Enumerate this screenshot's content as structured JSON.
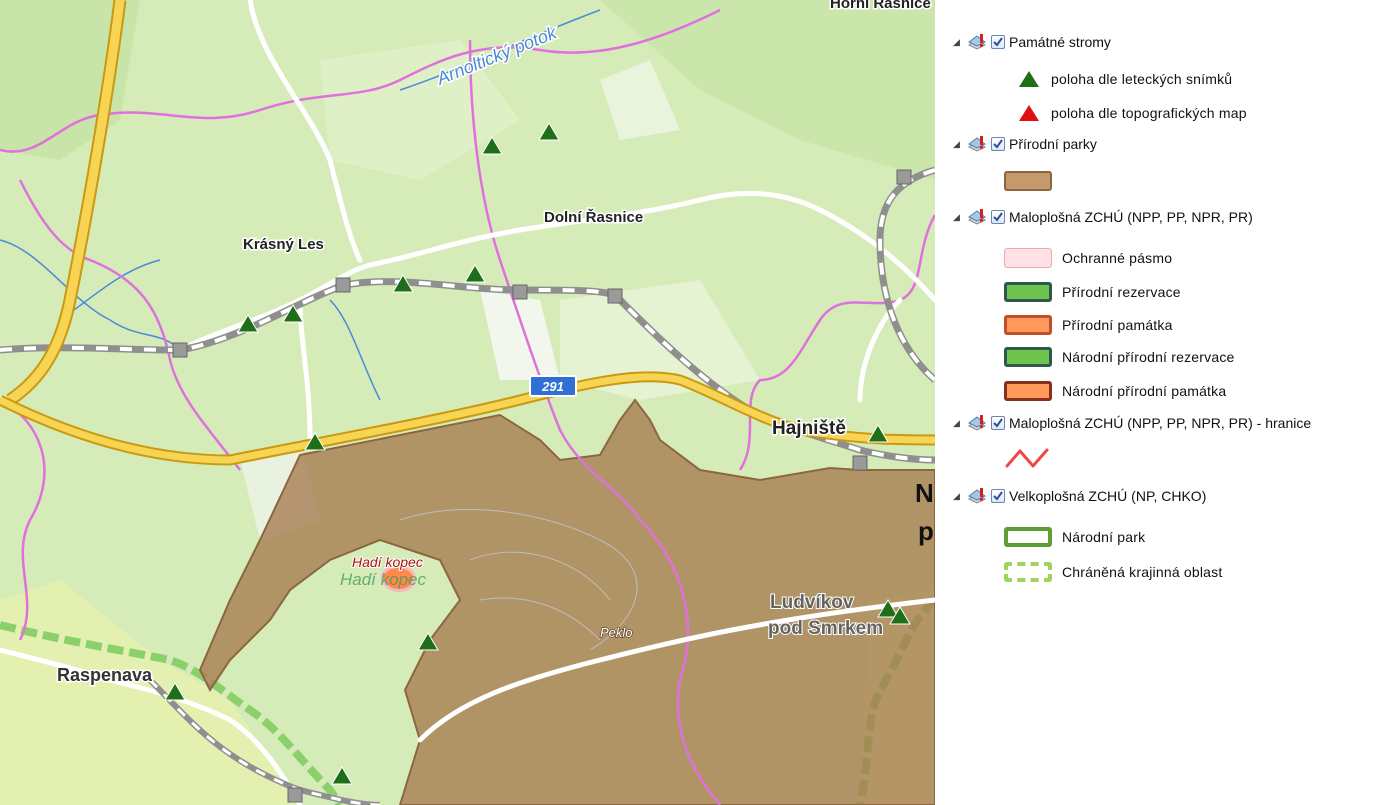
{
  "map": {
    "place_labels": [
      "Krásný Les",
      "Dolní Řasnice",
      "Hajniště",
      "Raspenava",
      "Ludvíkov",
      "pod Smrkem",
      "Hadí kopec",
      "Peklo",
      "Hadí kopec",
      "Arnoltický potok",
      "N",
      "p",
      "Horní Řasnice"
    ],
    "road_shield": "291",
    "colors": {
      "base": "#d4ecb6",
      "forest": "#c2e3a2",
      "park_fill": "#a67b4f",
      "park_border": "#8c6640",
      "boundary_pink": "#e070dd",
      "road_yellow": "#f8d455",
      "road_white": "#ffffff",
      "railway": "#9a9a9a",
      "tree_marker": "#1f6e1a",
      "stream": "#4a8ad8",
      "chko_green": "#8bd06a"
    }
  },
  "legend": {
    "layers": [
      {
        "label": "Památné stromy",
        "checked": true,
        "symbols": [
          {
            "label": "poloha dle leteckých snímků",
            "icon": "green-triangle-icon"
          },
          {
            "label": "poloha dle topografických map",
            "icon": "red-triangle-icon"
          }
        ]
      },
      {
        "label": "Přírodní parky",
        "checked": true,
        "symbols": [
          {
            "label": "",
            "icon": "brown-fill-swatch"
          }
        ]
      },
      {
        "label": "Maloplošná ZCHÚ (NPP, PP, NPR, PR)",
        "checked": true,
        "symbols": [
          {
            "label": "Ochranné pásmo",
            "fill": "#fde1e4",
            "stroke": "#f0a8b0"
          },
          {
            "label": "Přírodní rezervace",
            "fill": "#6ec44e",
            "stroke": "#2d5a4a"
          },
          {
            "label": "Přírodní památka",
            "fill": "#ff9a5c",
            "stroke": "#c0502a"
          },
          {
            "label": "Národní přírodní rezervace",
            "fill": "#6ec44e",
            "stroke": "#2d5a4a"
          },
          {
            "label": "Národní přírodní památka",
            "fill": "#ff9a5c",
            "stroke": "#8a2f1e"
          }
        ]
      },
      {
        "label": "Maloplošná ZCHÚ (NPP, PP, NPR, PR) - hranice",
        "checked": true,
        "symbols": [
          {
            "label": "",
            "icon": "red-zigzag-line-icon"
          }
        ]
      },
      {
        "label": "Velkoplošná ZCHÚ (NP, CHKO)",
        "checked": true,
        "symbols": [
          {
            "label": "Národní park",
            "icon": "national-park-swatch"
          },
          {
            "label": "Chráněná krajinná oblast",
            "icon": "chko-dashed-swatch"
          }
        ]
      }
    ]
  }
}
